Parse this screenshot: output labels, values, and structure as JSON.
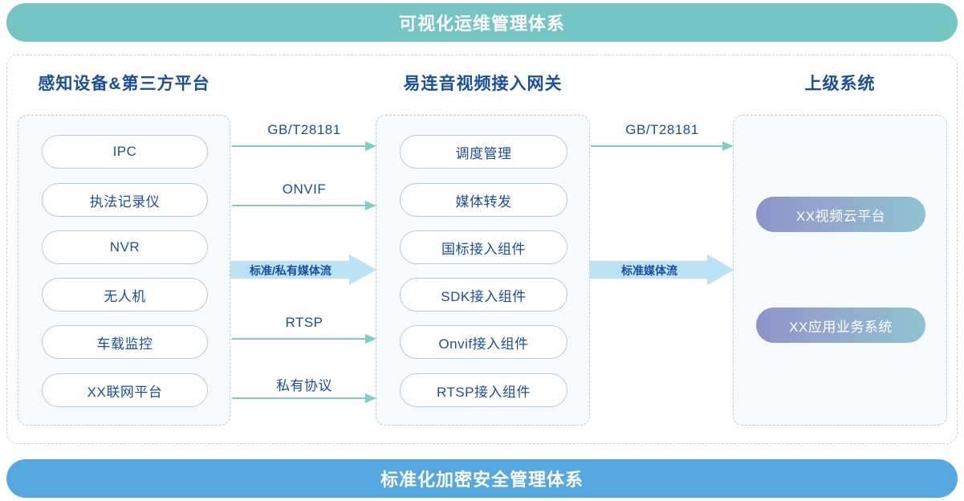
{
  "banners": {
    "top": "可视化运维管理体系",
    "bottom": "标准化加密安全管理体系",
    "top_color": "#76c5c5",
    "bottom_color": "#55a8e0"
  },
  "columns": [
    {
      "id": "sensing-devices",
      "title": "感知设备&第三方平台",
      "items": [
        {
          "label": "IPC"
        },
        {
          "label": "执法记录仪"
        },
        {
          "label": "NVR"
        },
        {
          "label": "无人机"
        },
        {
          "label": "车载监控"
        },
        {
          "label": "XX联网平台"
        }
      ]
    },
    {
      "id": "gateway",
      "title": "易连音视频接入网关",
      "items": [
        {
          "label": "调度管理"
        },
        {
          "label": "媒体转发"
        },
        {
          "label": "国标接入组件"
        },
        {
          "label": "SDK接入组件"
        },
        {
          "label": "Onvif接入组件"
        },
        {
          "label": "RTSP接入组件"
        }
      ]
    },
    {
      "id": "upper-system",
      "title": "上级系统",
      "items": [
        {
          "label": "XX视频云平台"
        },
        {
          "label": "XX应用业务系统"
        }
      ]
    }
  ],
  "connectors": {
    "left_protocols": [
      {
        "label": "GB/T28181"
      },
      {
        "label": "ONVIF"
      },
      {
        "label": "RTSP"
      },
      {
        "label": "私有协议"
      }
    ],
    "right_protocols": [
      {
        "label": "GB/T28181"
      }
    ],
    "block_arrows": [
      {
        "label": "标准/私有媒体流"
      },
      {
        "label": "标准媒体流"
      }
    ],
    "line_color": "#7fcfc4",
    "block_color": "#bde2f5",
    "label_color": "#1a4fa0"
  }
}
